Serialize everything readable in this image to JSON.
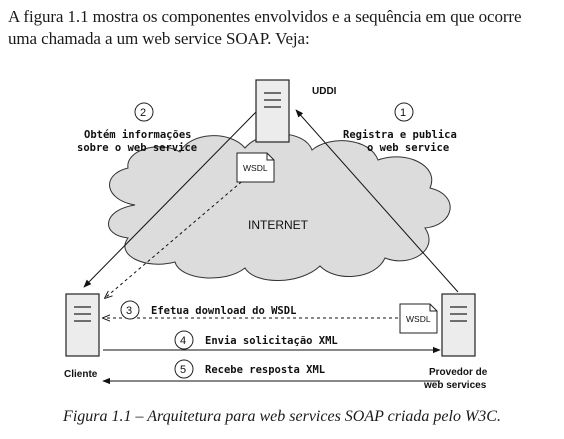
{
  "intro": {
    "line1": "A figura 1.1 mostra os componentes envolvidos e a sequência em que ocorre",
    "line2": "uma chamada a um web service SOAP. Veja:"
  },
  "diagram": {
    "uddi_label": "UDDI",
    "internet_label": "INTERNET",
    "wsdl_label": "WSDL",
    "client_label": "Cliente",
    "provider_label_line1": "Provedor de",
    "provider_label_line2": "web services",
    "step1": {
      "number": "1",
      "line1": "Registra e publica",
      "line2": "o web service"
    },
    "step2": {
      "number": "2",
      "line1": "Obtém informações",
      "line2": "sobre o web service"
    },
    "step3": {
      "number": "3",
      "text": "Efetua download do WSDL"
    },
    "step4": {
      "number": "4",
      "text": "Envia solicitação XML"
    },
    "step5": {
      "number": "5",
      "text": "Recebe resposta XML"
    }
  },
  "caption": "Figura 1.1 – Arquitetura para web services SOAP criada pelo W3C."
}
